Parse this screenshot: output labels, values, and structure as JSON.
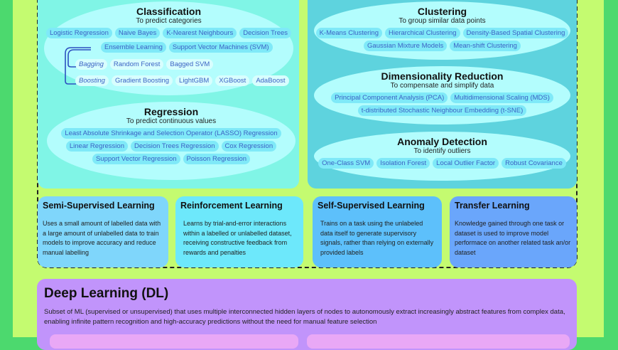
{
  "classification": {
    "title": "Classification",
    "subtitle": "To predict categories",
    "row1": [
      "Logistic Regression",
      "Naive Bayes",
      "K-Nearest Neighbours",
      "Decision Trees"
    ],
    "row2": [
      "Ensemble Learning",
      "Support Vector Machines (SVM)"
    ],
    "bagging": {
      "label": "Bagging",
      "items": [
        "Random Forest",
        "Bagged SVM"
      ]
    },
    "boosting": {
      "label": "Boosting",
      "items": [
        "Gradient Boosting",
        "LightGBM",
        "XGBoost",
        "AdaBoost"
      ]
    }
  },
  "regression": {
    "title": "Regression",
    "subtitle": "To predict continuous values",
    "row1": [
      "Least Absolute Shrinkage and Selection Operator (LASSO) Regression"
    ],
    "row2": [
      "Linear Regression",
      "Decision Trees Regression",
      "Cox Regression"
    ],
    "row3": [
      "Support Vector Regression",
      "Poisson Regression"
    ]
  },
  "clustering": {
    "title": "Clustering",
    "subtitle": "To group similar data points",
    "row1": [
      "K-Means Clustering",
      "Hierarchical Clustering",
      "Density-Based Spatial Clustering"
    ],
    "row2": [
      "Gaussian Mixture Models",
      "Mean-shift Clustering"
    ]
  },
  "dimred": {
    "title": "Dimensionality Reduction",
    "subtitle": "To compensate and simplify data",
    "row1": [
      "Principal Component Analysis (PCA)",
      "Multidimensional Scaling (MDS)"
    ],
    "row2": [
      "t-distributed Stochastic Neighbour Embedding (t-SNE)"
    ]
  },
  "anomaly": {
    "title": "Anomaly Detection",
    "subtitle": "To identify outliers",
    "row1": [
      "One-Class SVM",
      "Isolation Forest",
      "Local Outlier Factor",
      "Robust Covariance"
    ]
  },
  "cards": [
    {
      "title": "Semi-Supervised Learning",
      "text": "Uses a small amount of labelled data with a large amount of unlabelled data to train models to improve accuracy and reduce manual labelling"
    },
    {
      "title": "Reinforcement Learning",
      "text": "Learns by trial-and-error interactions within a labelled or unlabelled dataset, receiving constructive feedback from rewards and penalties"
    },
    {
      "title": "Self-Supervised Learning",
      "text": "Trains on a task using the unlabeled data itself to generate supervisory signals, rather than relying on externally provided labels"
    },
    {
      "title": "Transfer Learning",
      "text": "Knowledge gained through one task or dataset is used to improve model performace on another related task an/or dataset"
    }
  ],
  "deep_learning": {
    "title": "Deep Learning (DL)",
    "text": "Subset of ML (supervised or unsupervised) that uses multiple interconnected hidden layers of nodes to autonomously extract increasingly abstract features from complex data, enabling infinite pattern recognition and high-accuracy predictions without the need for manual feature selection"
  }
}
